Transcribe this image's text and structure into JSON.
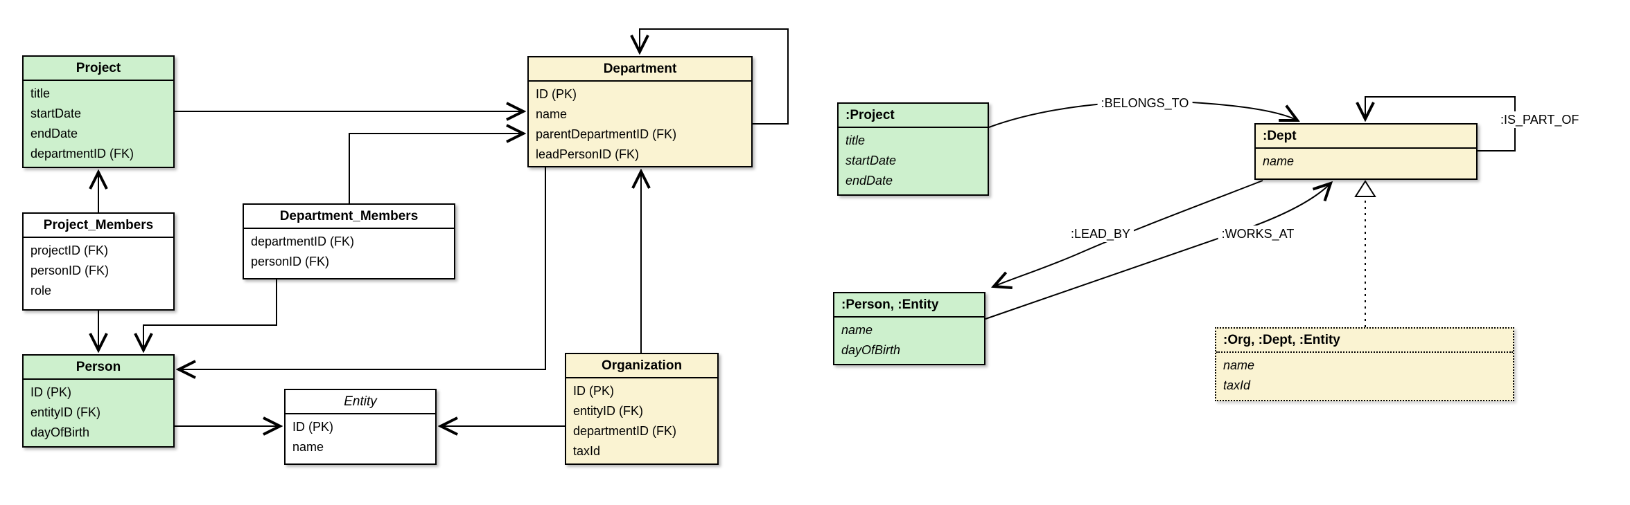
{
  "colors": {
    "node_green": "#cdf0cd",
    "node_cream": "#faf3d2",
    "line": "#000000",
    "background": "#ffffff"
  },
  "er": {
    "tables": {
      "project": {
        "title": "Project",
        "fields": [
          "title",
          "startDate",
          "endDate",
          "departmentID (FK)"
        ]
      },
      "project_members": {
        "title": "Project_Members",
        "fields": [
          "projectID (FK)",
          "personID (FK)",
          "role"
        ]
      },
      "department_members": {
        "title": "Department_Members",
        "fields": [
          "departmentID (FK)",
          "personID (FK)"
        ]
      },
      "department": {
        "title": "Department",
        "fields": [
          "ID (PK)",
          "name",
          "parentDepartmentID (FK)",
          "leadPersonID (FK)"
        ]
      },
      "person": {
        "title": "Person",
        "fields": [
          "ID (PK)",
          "entityID (FK)",
          "dayOfBirth"
        ]
      },
      "entity": {
        "title": "Entity",
        "fields": [
          "ID (PK)",
          "name"
        ]
      },
      "organization": {
        "title": "Organization",
        "fields": [
          "ID (PK)",
          "entityID (FK)",
          "departmentID (FK)",
          "taxId"
        ]
      }
    }
  },
  "graph": {
    "nodes": {
      "project": {
        "title": ":Project",
        "fields": [
          "title",
          "startDate",
          "endDate"
        ]
      },
      "dept": {
        "title": ":Dept",
        "fields": [
          "name"
        ]
      },
      "person_entity": {
        "title": ":Person, :Entity",
        "fields": [
          "name",
          "dayOfBirth"
        ]
      },
      "org_dept_entity": {
        "title": ":Org, :Dept, :Entity",
        "fields": [
          "name",
          "taxId"
        ]
      }
    },
    "edge_labels": {
      "belongs_to": ":BELONGS_TO",
      "is_part_of": ":IS_PART_OF",
      "lead_by": ":LEAD_BY",
      "works_at": ":WORKS_AT"
    }
  }
}
